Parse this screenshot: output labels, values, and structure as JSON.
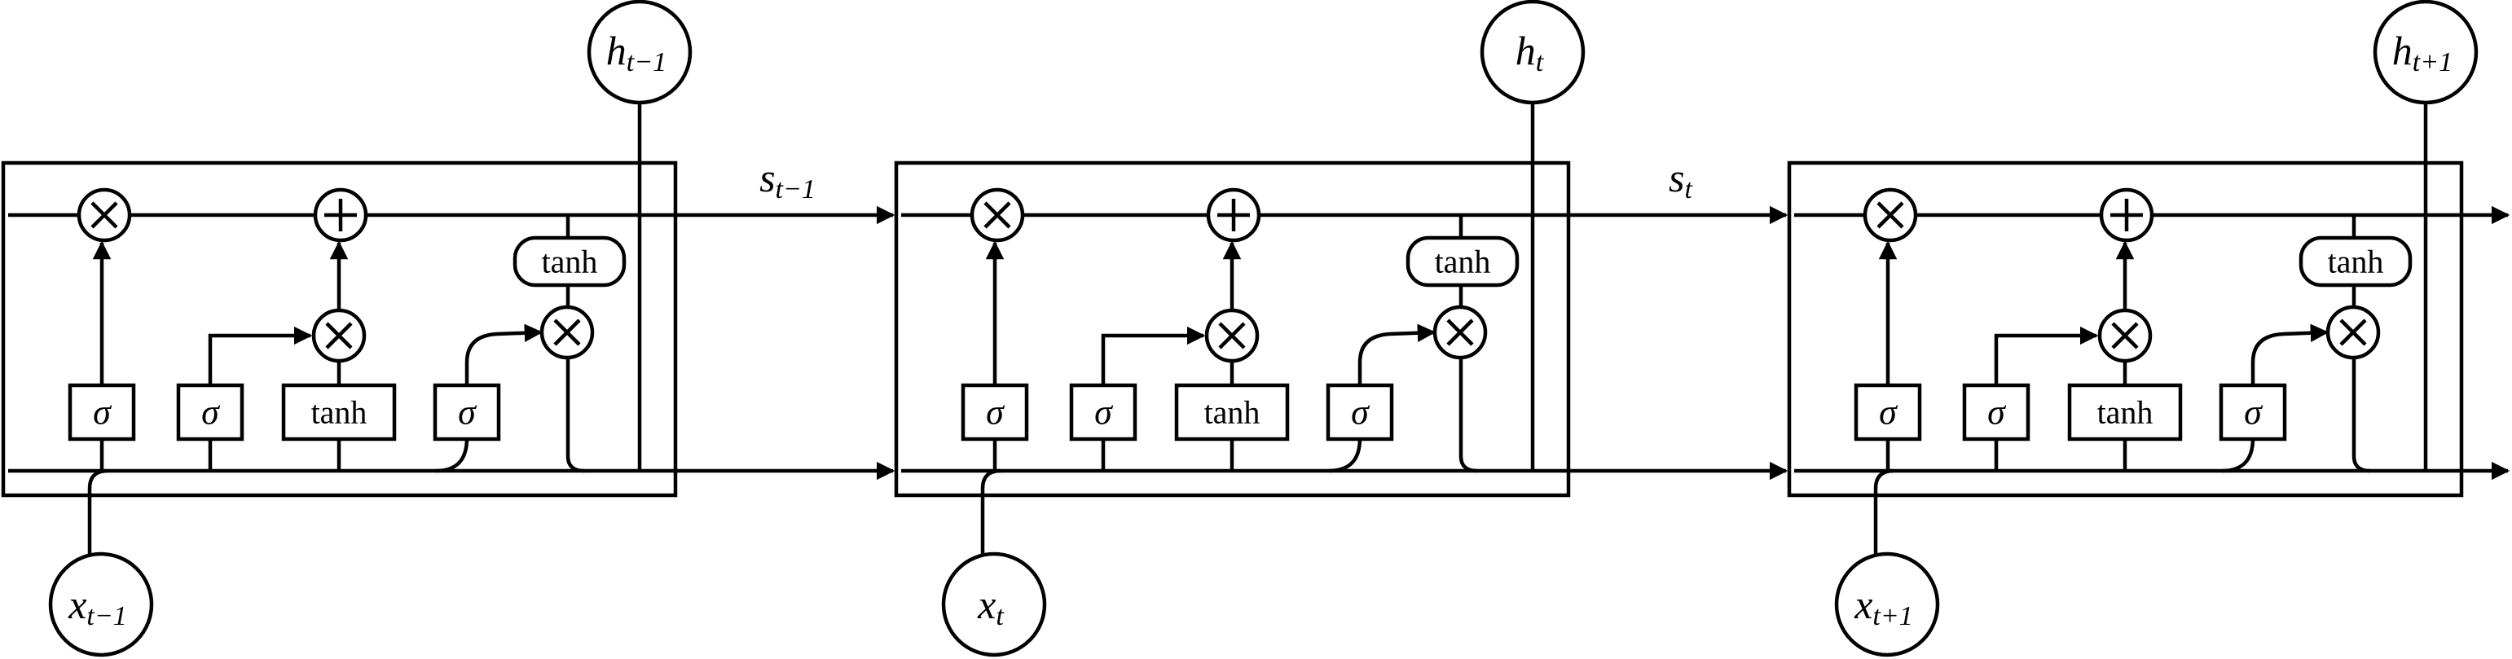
{
  "cells": [
    {
      "input_label": "x",
      "input_sub": "t−1",
      "output_label": "h",
      "output_sub": "t−1",
      "gates": [
        "σ",
        "σ",
        "tanh",
        "σ"
      ],
      "cell_tanh": "tanh"
    },
    {
      "input_label": "x",
      "input_sub": "t",
      "output_label": "h",
      "output_sub": "t",
      "gates": [
        "σ",
        "σ",
        "tanh",
        "σ"
      ],
      "cell_tanh": "tanh"
    },
    {
      "input_label": "x",
      "input_sub": "t+1",
      "output_label": "h",
      "output_sub": "t+1",
      "gates": [
        "σ",
        "σ",
        "tanh",
        "σ"
      ],
      "cell_tanh": "tanh"
    }
  ],
  "state_labels": [
    {
      "label": "s",
      "sub": "t−1"
    },
    {
      "label": "s",
      "sub": "t"
    }
  ],
  "ops": {
    "multiply": "⊗",
    "add": "⊕"
  }
}
